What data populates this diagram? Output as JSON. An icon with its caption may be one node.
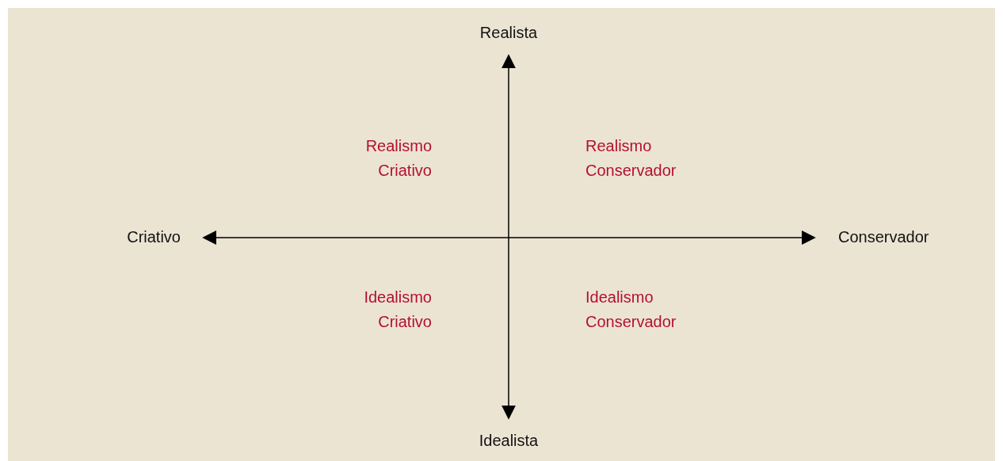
{
  "diagram": {
    "labels": [
      "Realista",
      "Realismo Criativo",
      "Realismo Conservador",
      "Criativo",
      "Conservador",
      "Idealismo Criativo",
      "Idealismo Conservador",
      "Idealista"
    ]
  }
}
